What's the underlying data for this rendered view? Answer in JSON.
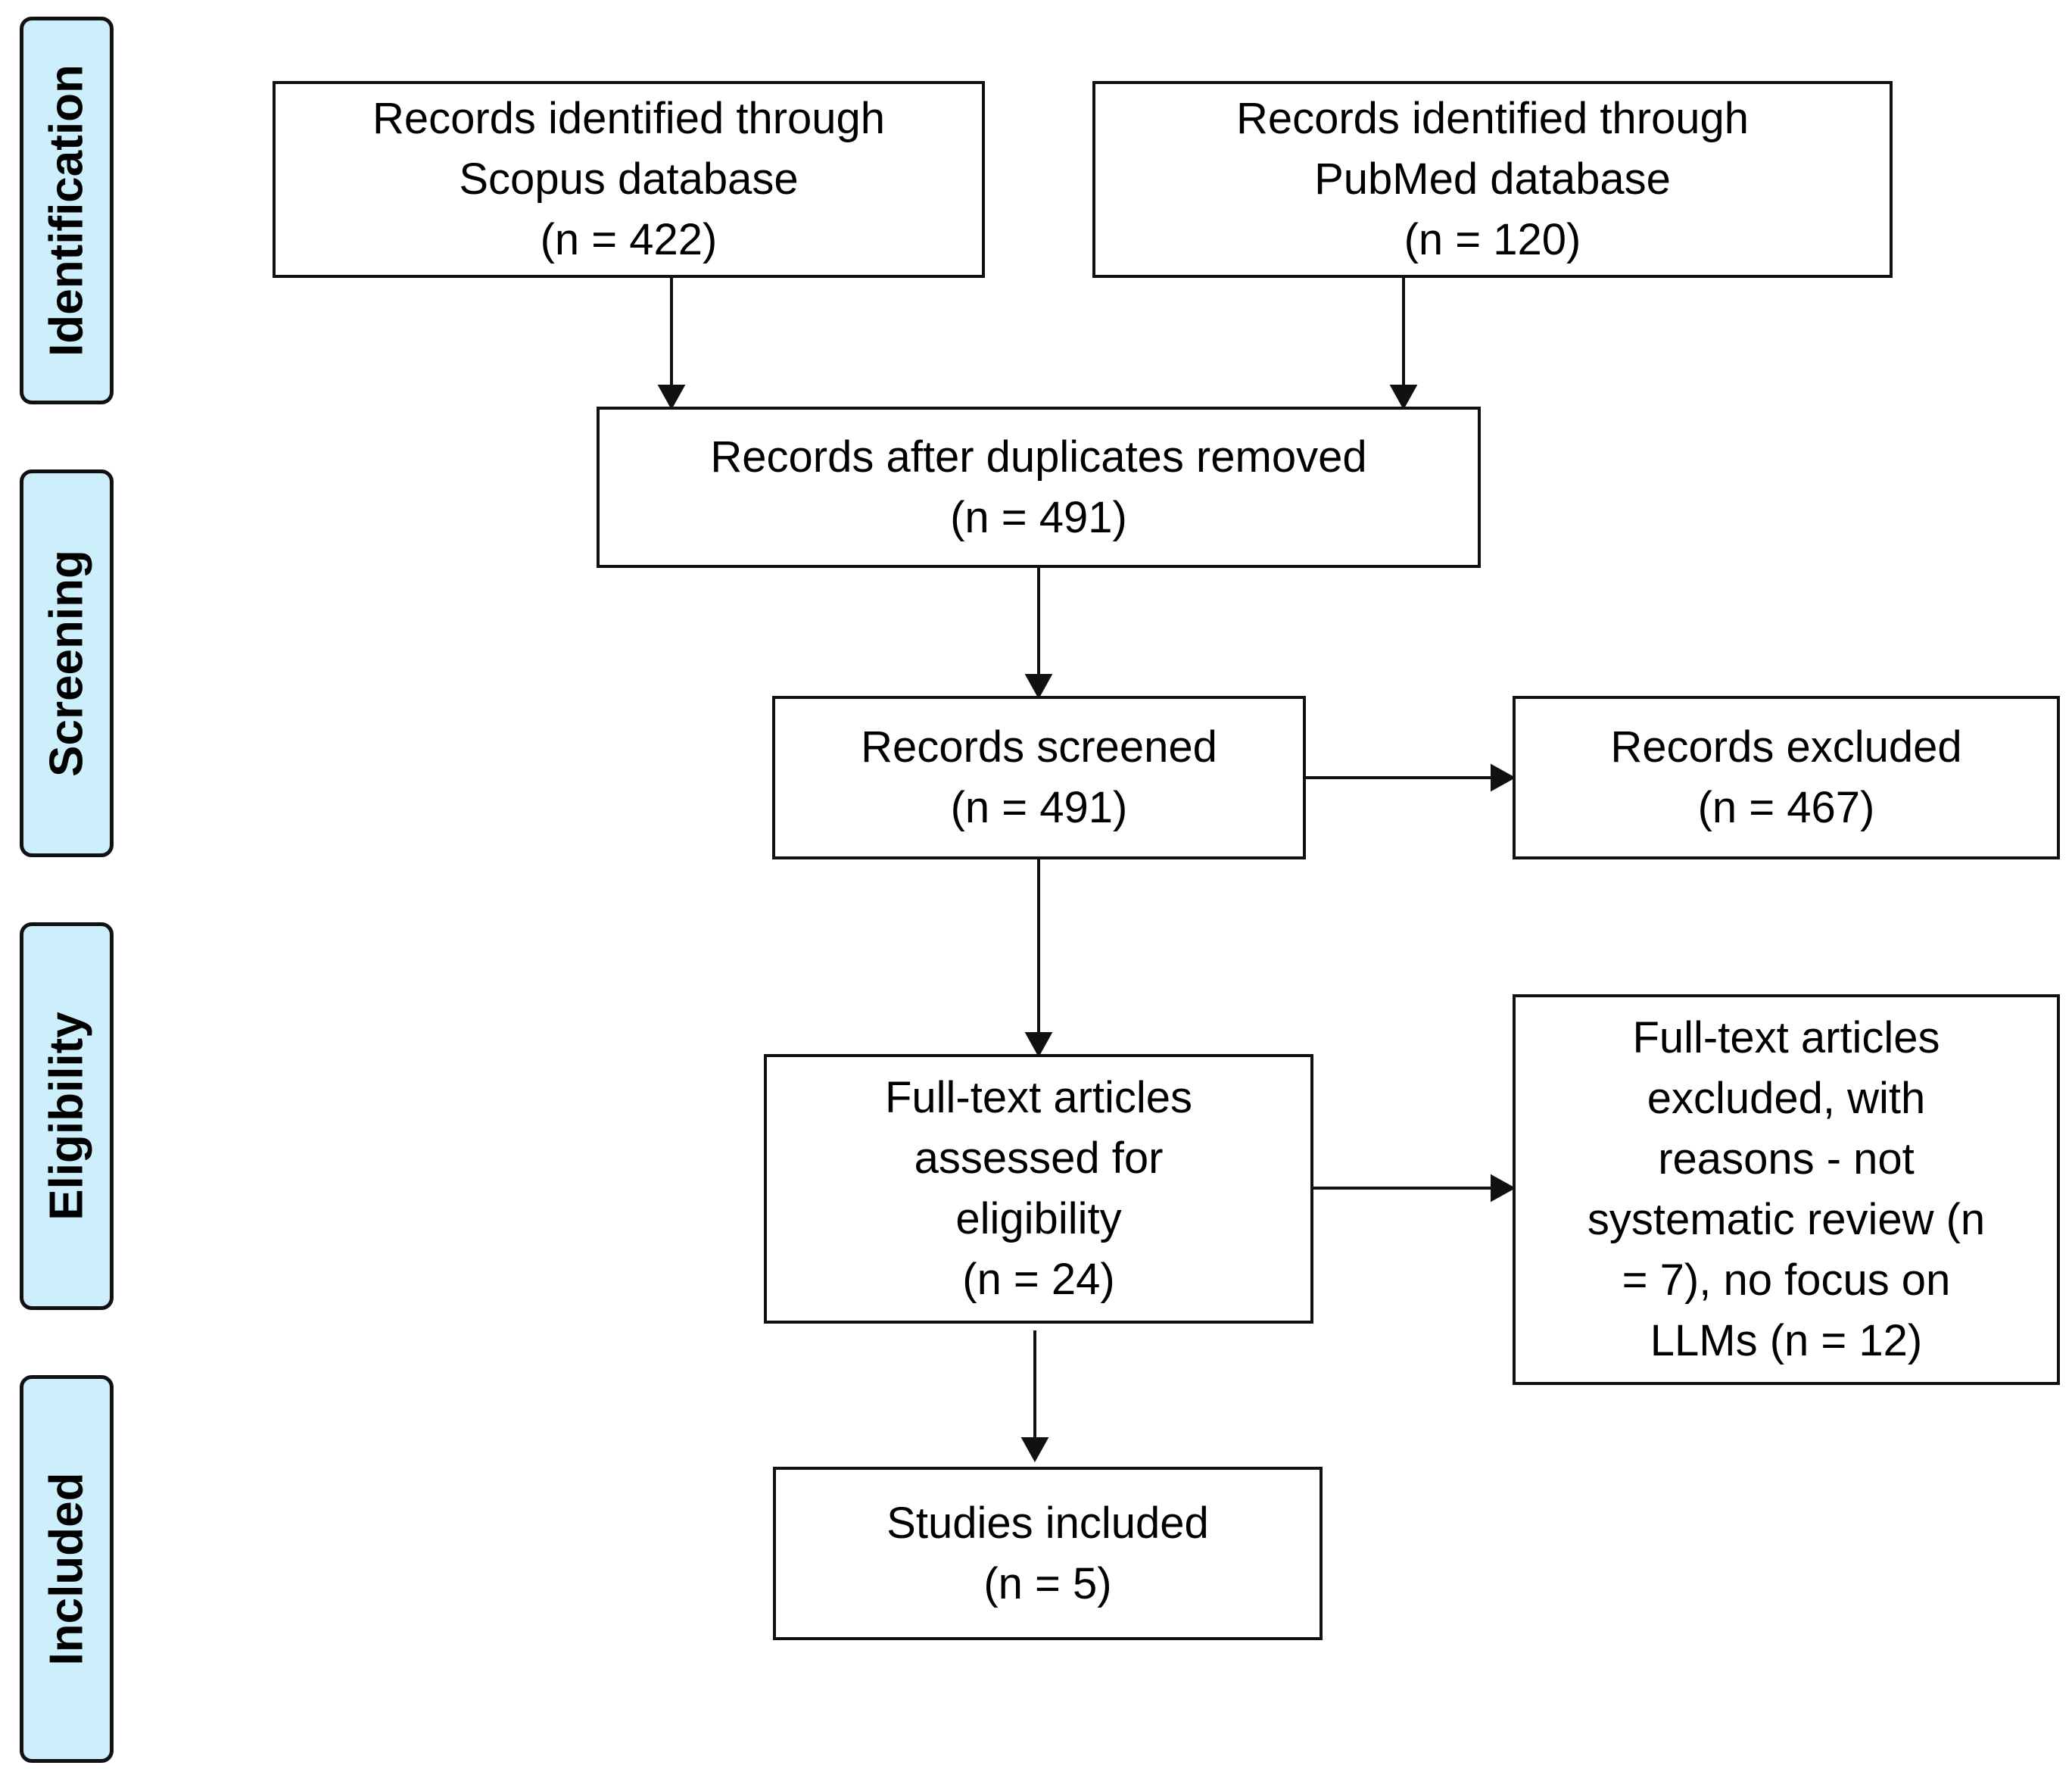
{
  "stages": [
    {
      "id": "identification",
      "label": "Identification"
    },
    {
      "id": "screening",
      "label": "Screening"
    },
    {
      "id": "eligibility",
      "label": "Eligibility"
    },
    {
      "id": "included",
      "label": "Included"
    }
  ],
  "boxes": {
    "scopus": {
      "lines": [
        "Records identified through",
        "Scopus database",
        "(n = 422)"
      ]
    },
    "pubmed": {
      "lines": [
        "Records identified through",
        "PubMed database",
        "(n = 120)"
      ]
    },
    "duplicates": {
      "lines": [
        "Records after duplicates removed",
        "(n = 491)"
      ]
    },
    "screened": {
      "lines": [
        "Records screened",
        "(n = 491)"
      ]
    },
    "excluded": {
      "lines": [
        "Records excluded",
        "(n = 467)"
      ]
    },
    "fulltext": {
      "lines": [
        "Full-text articles",
        "assessed for",
        "eligibility",
        "(n = 24)"
      ]
    },
    "fulltext_excluded": {
      "lines": [
        "Full-text articles",
        "excluded, with",
        "reasons -  not",
        "systematic review (n",
        "= 7), no focus on",
        "LLMs (n = 12)"
      ]
    },
    "included": {
      "lines": [
        "Studies included",
        "(n = 5)"
      ]
    }
  },
  "colors": {
    "stage_fill": "#cdeefb",
    "stroke": "#111111"
  }
}
